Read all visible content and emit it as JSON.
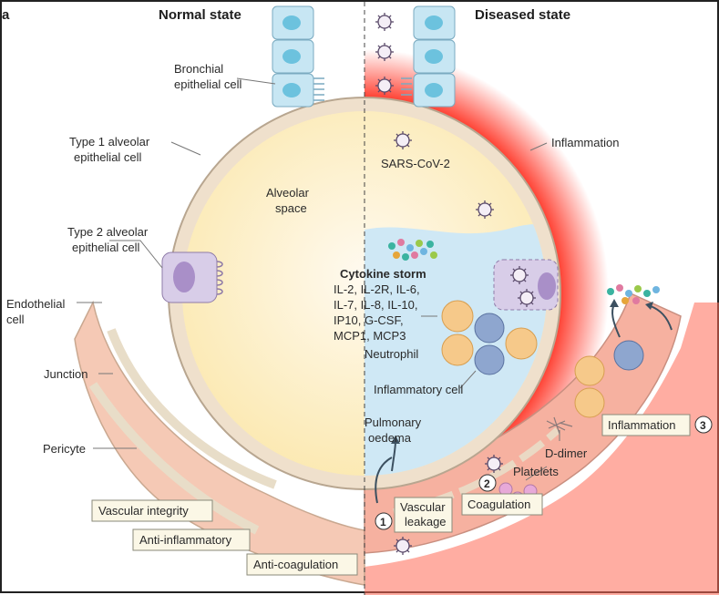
{
  "panel_letter": "a",
  "headings": {
    "left": "Normal state",
    "right": "Diseased state"
  },
  "left_labels": {
    "bronchial": [
      "Bronchial",
      "epithelial cell"
    ],
    "type1": [
      "Type 1 alveolar",
      "epithelial cell"
    ],
    "type2": [
      "Type 2 alveolar",
      "epithelial cell"
    ],
    "endothelial": [
      "Endothelial",
      "cell"
    ],
    "junction": "Junction",
    "pericyte": "Pericyte",
    "alveolar_space": [
      "Alveolar",
      "space"
    ]
  },
  "right_labels": {
    "inflammation": "Inflammation",
    "sars": "SARS-CoV-2",
    "cytokine_title": "Cytokine storm",
    "cytokine_list": [
      "IL-2, IL-2R, IL-6,",
      "IL-7, IL-8, IL-10,",
      "IP10, G-CSF,",
      "MCP1, MCP3"
    ],
    "neutrophil": "Neutrophil",
    "inflammatory_cell": "Inflammatory cell",
    "pulmonary_oedema": [
      "Pulmonary",
      "oedema"
    ],
    "d_dimer": "D-dimer",
    "platelets": "Platelets"
  },
  "boxes": {
    "vascular_integrity": "Vascular integrity",
    "anti_inflammatory": "Anti-inflammatory",
    "anti_coagulation": "Anti-coagulation",
    "vascular_leakage": [
      "Vascular",
      "leakage"
    ],
    "coagulation": "Coagulation",
    "inflammation": "Inflammation"
  },
  "step_numbers": {
    "one": "1",
    "two": "2",
    "three": "3"
  }
}
